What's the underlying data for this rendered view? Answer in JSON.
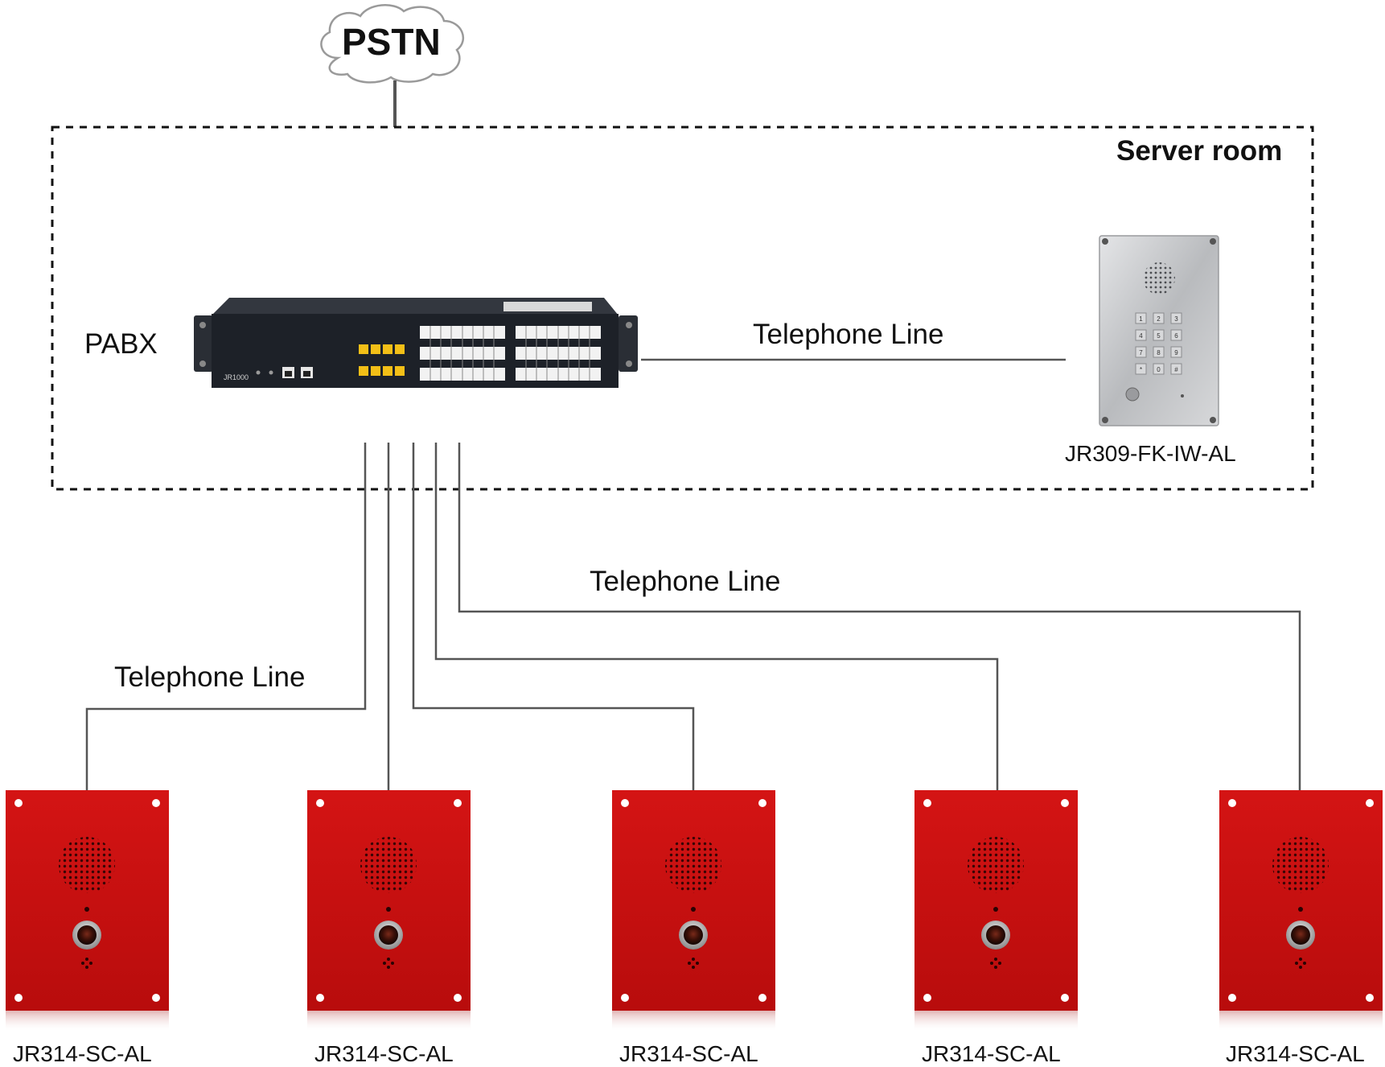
{
  "cloud": {
    "label": "PSTN"
  },
  "zone": {
    "label": "Server room"
  },
  "pabx": {
    "label": "PABX",
    "model": "JR1000",
    "colors": {
      "body": "#1d2128",
      "port_yellow": "#f3bf17",
      "port_white": "#f2f2f2"
    }
  },
  "links": {
    "pabx_to_wall": "Telephone Line",
    "right_bundle": "Telephone Line",
    "left_bundle": "Telephone Line"
  },
  "keypad_phone": {
    "model": "JR309-FK-IW-AL",
    "keys": [
      "1",
      "2",
      "3",
      "4",
      "5",
      "6",
      "7",
      "8",
      "9",
      "*",
      "0",
      "#"
    ],
    "color": "#c9cacc"
  },
  "red_phones": {
    "color": "#c90f0f",
    "items": [
      {
        "model": "JR314-SC-AL"
      },
      {
        "model": "JR314-SC-AL"
      },
      {
        "model": "JR314-SC-AL"
      },
      {
        "model": "JR314-SC-AL"
      },
      {
        "model": "JR314-SC-AL"
      }
    ]
  }
}
